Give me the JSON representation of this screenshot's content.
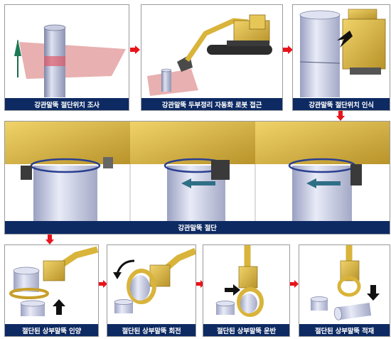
{
  "top_row": {
    "step1": "강관말뚝 절단위치 조사",
    "step2": "강관말뚝 두부정리 자동화 로봇 접근",
    "step3": "강관말뚝 절단위치 인식"
  },
  "middle_row": {
    "caption": "강관말뚝 절단"
  },
  "bottom_row": {
    "step1": "절단된 상부말뚝 인양",
    "step2": "절단된 상부말뚝 회전",
    "step3": "절단된 상부말뚝 운반",
    "step4": "절단된 상부말뚝 적재"
  },
  "colors": {
    "caption_bg": "#0d2a63",
    "flow_arrow": "#e8141b",
    "pile": "#b8bed8",
    "machine": "#d9b43a",
    "scan_zone": "#d67070"
  }
}
